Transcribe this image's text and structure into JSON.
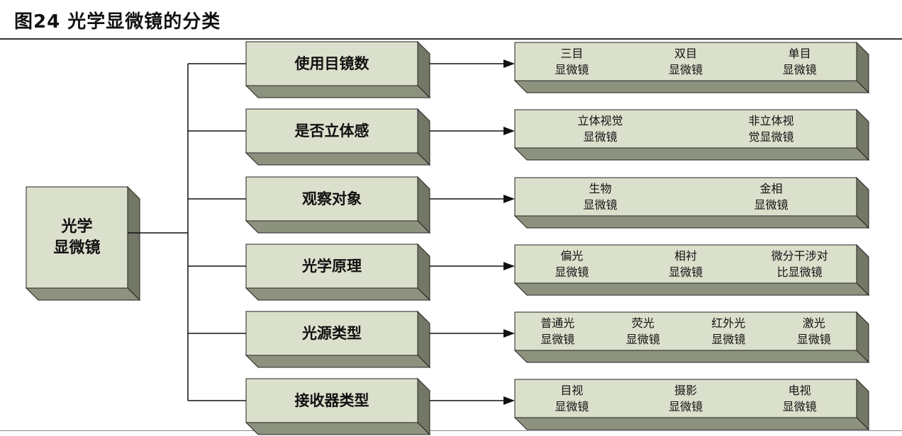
{
  "title": "图24 光学显微镜的分类",
  "root": "光学\n显微镜",
  "categories": [
    {
      "label": "使用目镜数",
      "items": [
        "三目\n显微镜",
        "双目\n显微镜",
        "单目\n显微镜"
      ]
    },
    {
      "label": "是否立体感",
      "items": [
        "立体视觉\n显微镜",
        "非立体视\n觉显微镜"
      ]
    },
    {
      "label": "观察对象",
      "items": [
        "生物\n显微镜",
        "金相\n显微镜"
      ]
    },
    {
      "label": "光学原理",
      "items": [
        "偏光\n显微镜",
        "相衬\n显微镜",
        "微分干涉对\n比显微镜"
      ]
    },
    {
      "label": "光源类型",
      "items": [
        "普通光\n显微镜",
        "荧光\n显微镜",
        "红外光\n显微镜",
        "激光\n显微镜"
      ]
    },
    {
      "label": "接收器类型",
      "items": [
        "目视\n显微镜",
        "摄影\n显微镜",
        "电视\n显微镜"
      ]
    }
  ]
}
